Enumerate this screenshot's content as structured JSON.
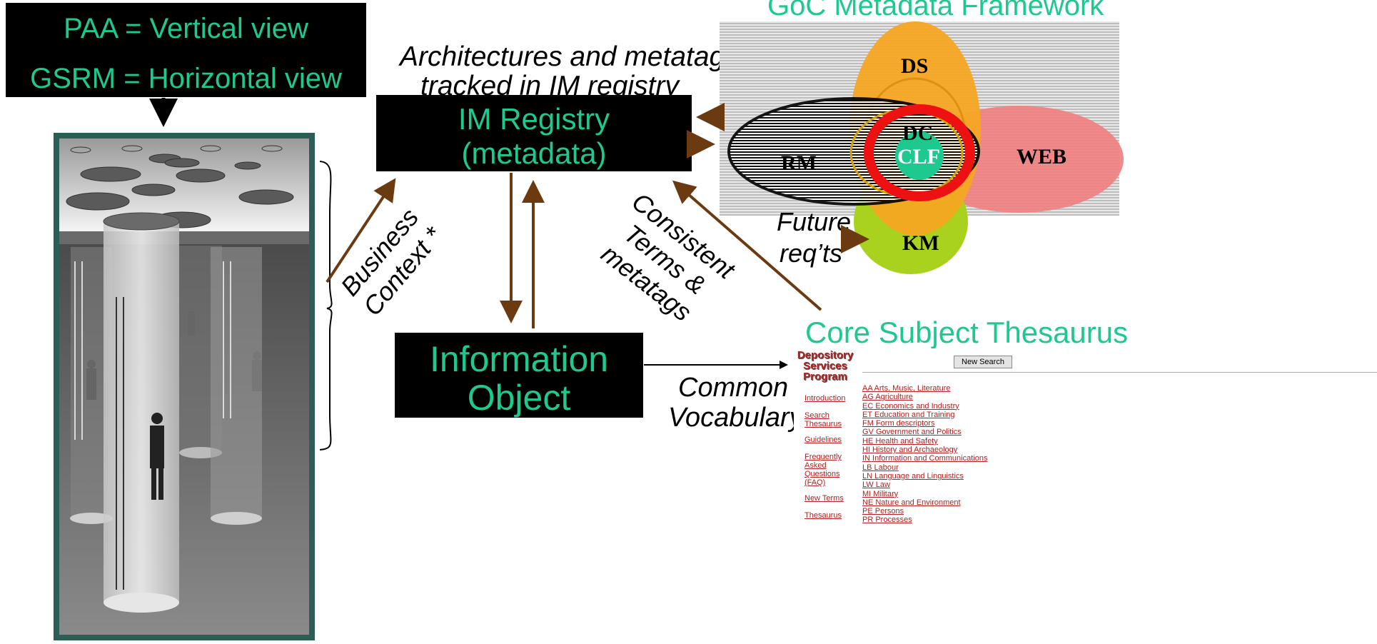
{
  "views": {
    "line1": "PAA = Vertical view",
    "line2": "GSRM = Horizontal view"
  },
  "registry": {
    "caption_line1": "Architectures and metatags",
    "caption_line2": "tracked in IM registry",
    "box_line1": "IM Registry",
    "box_line2": "(metadata)"
  },
  "info_object": {
    "line1": "Information",
    "line2": "Object"
  },
  "labels": {
    "business_context_1": "Business",
    "business_context_2": "Context *",
    "consistent_1": "Consistent",
    "consistent_2": "Terms &",
    "consistent_3": "metatags",
    "common_1": "Common",
    "common_2": "Vocabulary",
    "future_1": "Future",
    "future_2": "req’ts"
  },
  "framework": {
    "title": "GoC Metadata Framework",
    "ellipses": {
      "ds": "DS",
      "dc": "DC",
      "clf": "CLF",
      "rm": "RM",
      "web": "WEB",
      "km": "KM"
    }
  },
  "thesaurus": {
    "title": "Core Subject Thesaurus",
    "logo_line1": "Depository",
    "logo_line2": "Services",
    "logo_line3": "Program",
    "new_search": "New Search",
    "nav": [
      "Introduction",
      "Search Thesaurus",
      "Guidelines",
      "Frequently Asked Questions (FAQ)",
      "New Terms",
      "Thesaurus"
    ],
    "subjects": [
      "AA  Arts, Music, Literature",
      "AG  Agriculture",
      "EC  Economics and Industry",
      "ET  Education and Training",
      "FM  Form descriptors",
      "GV  Government and Politics",
      "HE  Health and Safety",
      "HI  History and Archaeology",
      "IN  Information and Communications",
      "LB  Labour",
      "LN  Language and Linguistics",
      "LW  Law",
      "MI  Military",
      "NE  Nature and Environment",
      "PE  Persons",
      "PR  Processes"
    ]
  },
  "colors": {
    "accent_green": "#1ec98f",
    "arrow_brown": "#6b3a10",
    "ds_orange": "#f5a623",
    "web_pink": "#f08080",
    "km_green": "#a8d21e",
    "clf_red": "#ee1111",
    "link_red": "#b22222"
  }
}
